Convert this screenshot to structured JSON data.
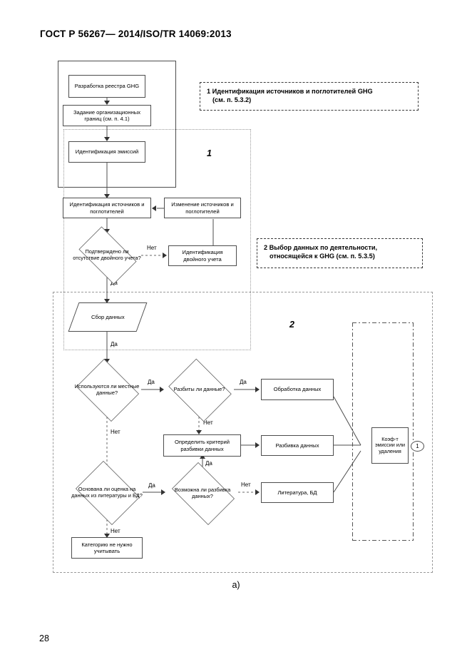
{
  "document": {
    "header": "ГОСТ Р 56267— 2014/ISO/TR 14069:2013",
    "page_number": "28",
    "figure_caption": "а)"
  },
  "legends": [
    {
      "line1": "1 Идентификация источников и поглотителей GHG",
      "line2": "(см. п. 5.3.2)"
    },
    {
      "line1": "2 Выбор данных по деятельности,",
      "line2": "относящейся к GHG (см. п. 5.3.5)"
    }
  ],
  "region_numbers": {
    "one": "1",
    "two": "2"
  },
  "nodes": {
    "registry_development": "Разработка реестра GHG",
    "organizational_boundaries": "Задание организационных границ (см. п. 4.1)",
    "emission_identification": "Идентификация эмиссий",
    "source_sink_identification": "Идентификация источников и поглотителей",
    "source_sink_change": "Изменение источников и поглотителей",
    "double_count_check": "Подтверждено ли отсутствие двойного учета?",
    "double_count_identification": "Идентификация двойного учета",
    "data_collection": "Сбор данных",
    "local_data_question": "Используются ли местные данные?",
    "data_split_question": "Разбиты ли данные?",
    "data_processing": "Обработка данных",
    "define_split_criteria": "Определить критерий разбивки данных",
    "data_splitting": "Разбивка данных",
    "literature_db_question": "Основана ли оценка на данных из литературы и БД?",
    "split_possible_question": "Возможна ли разбивка данных?",
    "literature_db": "Литература, БД",
    "category_not_needed": "Категорию не нужно учитывать",
    "emission_factor": "Коэф-т эмиссии или удаления",
    "reference_circle": "1"
  },
  "edge_labels": {
    "no_1": "Нет",
    "yes_1": "Да",
    "yes_2": "Да",
    "yes_3": "Да",
    "yes_4": "Да",
    "no_2": "Нет",
    "no_3": "Нет",
    "yes_5": "Да",
    "yes_6": "Да",
    "no_4": "Нет",
    "no_5": "Нет"
  },
  "colors": {
    "line": "#4d4d4d",
    "text": "#000000",
    "region_guide": "#9a9a9a",
    "background": "#ffffff"
  }
}
